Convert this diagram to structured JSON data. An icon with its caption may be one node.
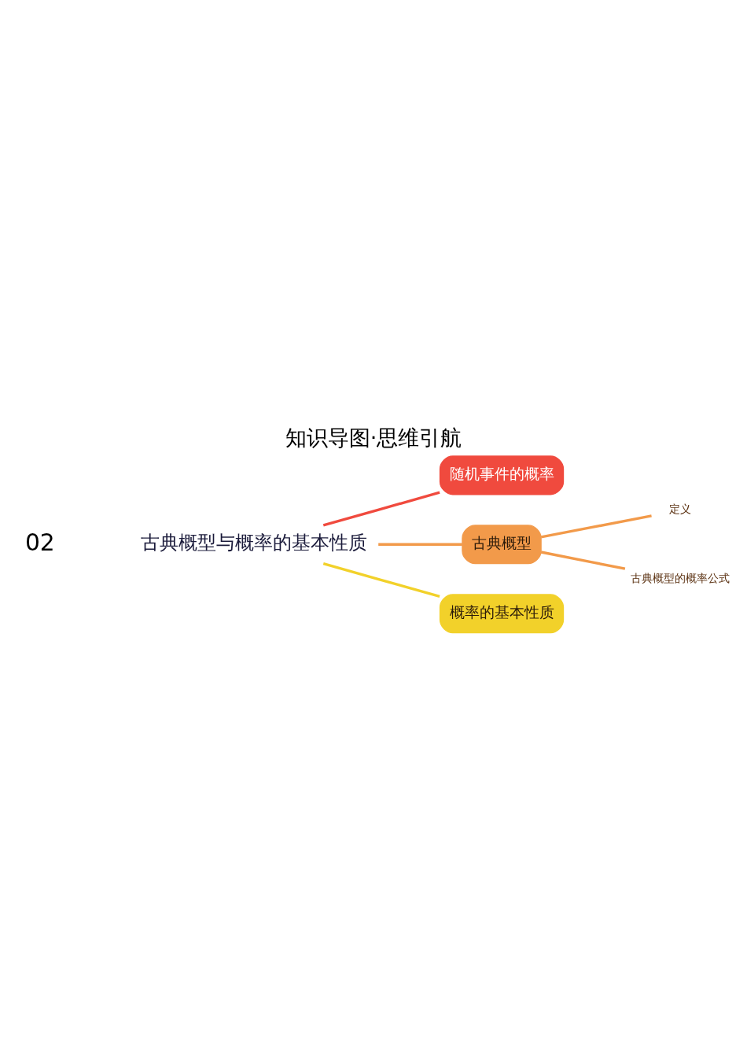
{
  "diagram": {
    "title": "知识导图·思维引航",
    "nodes": [
      {
        "text": [
          "古典概型与概率的基本性质"
        ]
      },
      {
        "text": [
          "随机事件的概率"
        ]
      },
      {
        "text": [
          "古典概型"
        ]
      },
      {
        "text": [
          "概率的基本性质"
        ]
      },
      {
        "text": [
          "定义"
        ]
      },
      {
        "text": [
          "古典概型的概率公式"
        ]
      }
    ],
    "edges": [
      {
        "from": 0,
        "to": 1,
        "arrow": "none",
        "color": "#f04a3e"
      },
      {
        "from": 0,
        "to": 2,
        "arrow": "none",
        "color": "#f29a4a"
      },
      {
        "from": 0,
        "to": 3,
        "arrow": "none",
        "color": "#f2d12a"
      },
      {
        "from": 2,
        "to": 4,
        "arrow": "none",
        "color": "#f29a4a"
      },
      {
        "from": 2,
        "to": 5,
        "arrow": "none",
        "color": "#f29a4a"
      }
    ],
    "labels": [
      "02"
    ]
  }
}
